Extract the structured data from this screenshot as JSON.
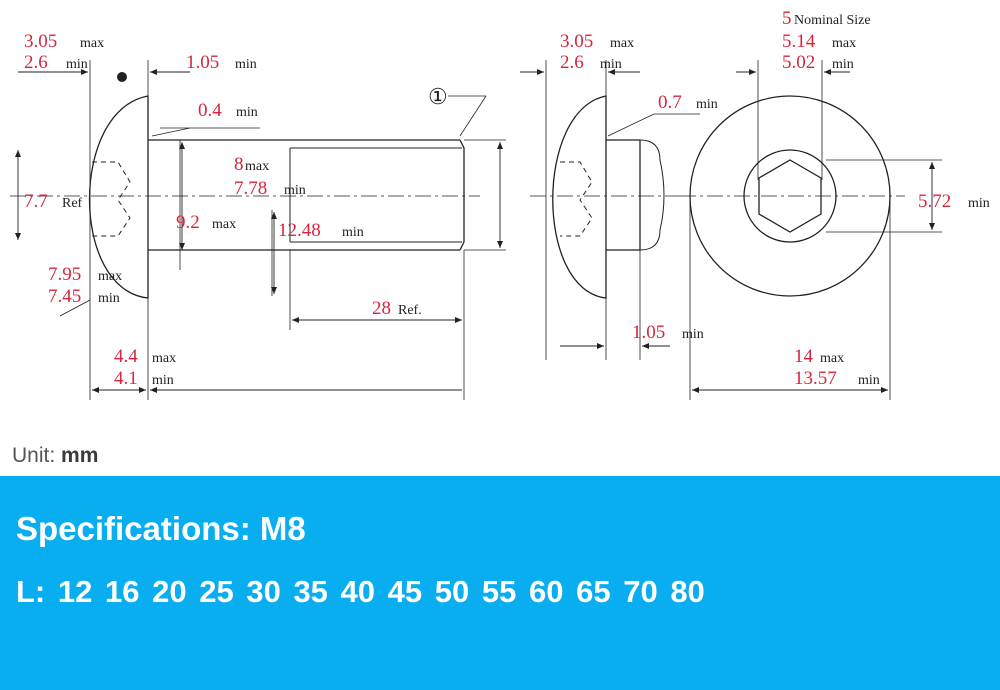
{
  "diagram": {
    "side_view": {
      "head_width_max": "3.05",
      "head_width_min": "2.6",
      "fillet_min": "1.05",
      "undercut_min": "0.4",
      "thread_dia_max": "8",
      "thread_dia_min": "7.78",
      "head_ref": "7.7",
      "underhead_max": "9.2",
      "thread_min_len": "12.48",
      "head_dia_max": "7.95",
      "head_dia_min": "7.45",
      "length_ref": "28",
      "total_max": "4.4",
      "total_min": "4.1",
      "callout": "①"
    },
    "end_view": {
      "head_width_max": "3.05",
      "head_width_min": "2.6",
      "fillet_min": "0.7",
      "shank_gap_min": "1.05"
    },
    "top_view": {
      "nominal_size": "5",
      "nominal_label": "Nominal Size",
      "hex_max": "5.14",
      "hex_min": "5.02",
      "socket_depth_min": "5.72",
      "head_dia_max": "14",
      "head_dia_min": "13.57"
    },
    "words": {
      "max": "max",
      "min": "min",
      "ref": "Ref.",
      "ref_short": "Ref"
    }
  },
  "unit": {
    "label": "Unit:",
    "value": "mm"
  },
  "specifications": {
    "label": "Specifications:",
    "value": "M8"
  },
  "lengths": {
    "label": "L:",
    "values": [
      "12",
      "16",
      "20",
      "25",
      "30",
      "35",
      "40",
      "45",
      "50",
      "55",
      "60",
      "65",
      "70",
      "80"
    ]
  }
}
